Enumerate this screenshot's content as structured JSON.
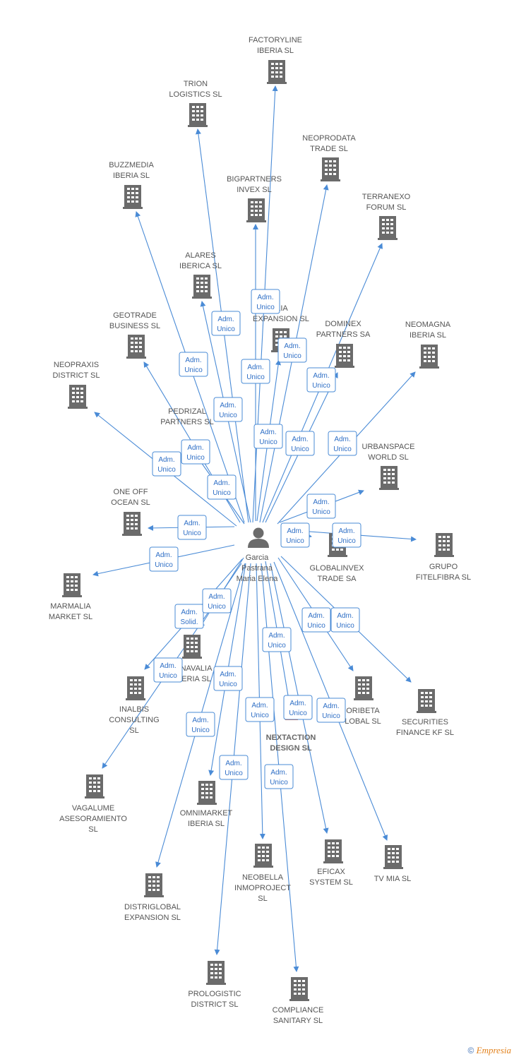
{
  "center": {
    "label": [
      "Garcia",
      "Pastrana",
      "Maria Elena"
    ]
  },
  "nodes": [
    {
      "id": "factoryline",
      "label": [
        "FACTORYLINE",
        "IBERIA SL"
      ]
    },
    {
      "id": "trion",
      "label": [
        "TRION",
        "LOGISTICS SL"
      ]
    },
    {
      "id": "neoprodata",
      "label": [
        "NEOPRODATA",
        "TRADE SL"
      ]
    },
    {
      "id": "buzzmedia",
      "label": [
        "BUZZMEDIA",
        "IBERIA SL"
      ]
    },
    {
      "id": "bigpartners",
      "label": [
        "BIGPARTNERS",
        "INVEX SL"
      ]
    },
    {
      "id": "terranexo",
      "label": [
        "TERRANEXO",
        "FORUM SL"
      ]
    },
    {
      "id": "alares",
      "label": [
        "ALARES",
        "IBERICA SL"
      ]
    },
    {
      "id": "expansion",
      "label": [
        "ILIA",
        "EXPANSION SL"
      ]
    },
    {
      "id": "geotrade",
      "label": [
        "GEOTRADE",
        "BUSINESS SL"
      ]
    },
    {
      "id": "dominex",
      "label": [
        "DOMINEX",
        "PARTNERS SA"
      ]
    },
    {
      "id": "neomagna",
      "label": [
        "NEOMAGNA",
        "IBERIA SL"
      ]
    },
    {
      "id": "neopraxis",
      "label": [
        "NEOPRAXIS",
        "DISTRICT SL"
      ]
    },
    {
      "id": "pedrizal",
      "label": [
        "PEDRIZAL",
        "PARTNERS SL"
      ]
    },
    {
      "id": "urbanspace",
      "label": [
        "URBANSPACE",
        "WORLD SL"
      ]
    },
    {
      "id": "oneoff",
      "label": [
        "ONE OFF",
        "OCEAN SL"
      ]
    },
    {
      "id": "globalinvex",
      "label": [
        "GLOBALINVEX",
        "TRADE SA"
      ]
    },
    {
      "id": "grupofitel",
      "label": [
        "GRUPO",
        "FITELFIBRA SL"
      ]
    },
    {
      "id": "marmalia",
      "label": [
        "MARMALIA",
        "MARKET SL"
      ]
    },
    {
      "id": "navalia",
      "label": [
        "NAVALIA",
        "ERIA SL"
      ]
    },
    {
      "id": "inalbis",
      "label": [
        "INALBIS",
        "CONSULTING",
        "SL"
      ]
    },
    {
      "id": "oribeta",
      "label": [
        "ORIBETA",
        "LOBAL SL"
      ]
    },
    {
      "id": "securities",
      "label": [
        "SECURITIES",
        "FINANCE KF SL"
      ]
    },
    {
      "id": "nextaction",
      "label": [
        "NEXTACTION",
        "DESIGN SL"
      ]
    },
    {
      "id": "vagalume",
      "label": [
        "VAGALUME",
        "ASESORAMIENTO",
        "SL"
      ]
    },
    {
      "id": "omnimarket",
      "label": [
        "OMNIMARKET",
        "IBERIA SL"
      ]
    },
    {
      "id": "neobella",
      "label": [
        "NEOBELLA",
        "INMOPROJECT",
        "SL"
      ]
    },
    {
      "id": "eficax",
      "label": [
        "EFICAX",
        "SYSTEM SL"
      ]
    },
    {
      "id": "tvmia",
      "label": [
        "TV MIA SL"
      ]
    },
    {
      "id": "distriglobal",
      "label": [
        "DISTRIGLOBAL",
        "EXPANSION SL"
      ]
    },
    {
      "id": "prologistic",
      "label": [
        "PROLOGISTIC",
        "DISTRICT SL"
      ]
    },
    {
      "id": "compliance",
      "label": [
        "COMPLIANCE",
        "SANITARY SL"
      ]
    }
  ],
  "edge_labels": [
    [
      "Adm.",
      "Unico"
    ],
    [
      "Adm.",
      "Unico"
    ],
    [
      "Adm.",
      "Unico"
    ],
    [
      "Adm.",
      "Unico"
    ],
    [
      "Adm.",
      "Unico"
    ],
    [
      "Adm.",
      "Unico"
    ],
    [
      "Adm.",
      "Unico"
    ],
    [
      "Adm.",
      "Unico"
    ],
    [
      "Adm.",
      "Unico"
    ],
    [
      "Adm.",
      "Unico"
    ],
    [
      "Adm.",
      "Unico"
    ],
    [
      "Adm.",
      "Unico"
    ],
    [
      "Adm.",
      "Unico"
    ],
    [
      "Adm.",
      "Unico"
    ],
    [
      "Adm.",
      "Unico"
    ],
    [
      "Adm.",
      "Unico"
    ],
    [
      "Adm.",
      "Unico"
    ],
    [
      "Adm.",
      "Unico"
    ],
    [
      "Adm.",
      "Solid."
    ],
    [
      "Adm.",
      "Unico"
    ],
    [
      "Adm.",
      "Unico"
    ],
    [
      "Adm.",
      "Unico"
    ],
    [
      "Adm.",
      "Unico"
    ],
    [
      "Adm.",
      "Unico"
    ],
    [
      "Adm.",
      "Unico"
    ],
    [
      "Adm.",
      "Unico"
    ],
    [
      "Adm.",
      "Unico"
    ],
    [
      "Adm.",
      "Unico"
    ],
    [
      "Adm.",
      "Unico"
    ],
    [
      "Adm.",
      "Unico"
    ],
    [
      "Adm.",
      "Unico"
    ]
  ],
  "colors": {
    "edge": "#4a8bd6",
    "building": "#6b6b6b",
    "highlight": "#e8602c",
    "person": "#6b6b6b"
  },
  "footer": {
    "copyright": "©",
    "brand": "Empresia"
  }
}
